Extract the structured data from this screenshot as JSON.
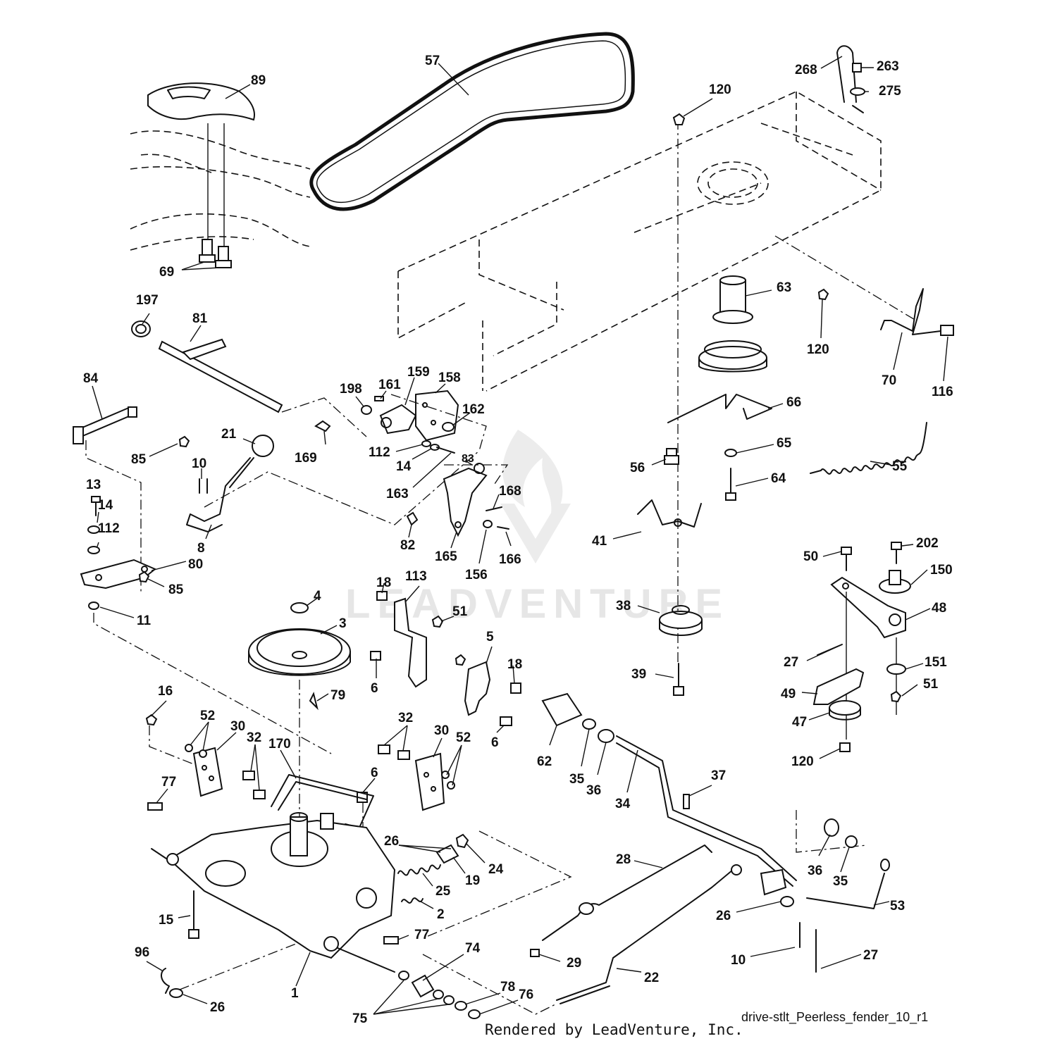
{
  "footer": {
    "drawing_id": "drive-stlt_Peerless_fender_10_r1",
    "credit": "Rendered by LeadVenture, Inc."
  },
  "watermark": {
    "text": "LEADVENTURE"
  },
  "callouts": {
    "c1": "1",
    "c2": "2",
    "c3": "3",
    "c4": "4",
    "c5": "5",
    "c6": "6",
    "c6b": "6",
    "c6c": "6",
    "c8": "8",
    "c10": "10",
    "c10b": "10",
    "c11": "11",
    "c13": "13",
    "c14": "14",
    "c14b": "14",
    "c15": "15",
    "c16": "16",
    "c18": "18",
    "c18b": "18",
    "c19": "19",
    "c21": "21",
    "c22": "22",
    "c24": "24",
    "c25": "25",
    "c26": "26",
    "c26b": "26",
    "c26c": "26",
    "c27": "27",
    "c27b": "27",
    "c28": "28",
    "c29": "29",
    "c30": "30",
    "c30b": "30",
    "c32": "32",
    "c32b": "32",
    "c34": "34",
    "c35": "35",
    "c35b": "35",
    "c36": "36",
    "c36b": "36",
    "c37": "37",
    "c38": "38",
    "c39": "39",
    "c41": "41",
    "c47": "47",
    "c48": "48",
    "c49": "49",
    "c50": "50",
    "c51": "51",
    "c51b": "51",
    "c52": "52",
    "c52b": "52",
    "c53": "53",
    "c55": "55",
    "c56": "56",
    "c57": "57",
    "c62": "62",
    "c63": "63",
    "c64": "64",
    "c65": "65",
    "c66": "66",
    "c69": "69",
    "c70": "70",
    "c74": "74",
    "c75": "75",
    "c76": "76",
    "c77": "77",
    "c77b": "77",
    "c78": "78",
    "c79": "79",
    "c80": "80",
    "c81": "81",
    "c82": "82",
    "c83": "83",
    "c84": "84",
    "c85": "85",
    "c85b": "85",
    "c89": "89",
    "c96": "96",
    "c112": "112",
    "c112b": "112",
    "c113": "113",
    "c116": "116",
    "c120": "120",
    "c120b": "120",
    "c120c": "120",
    "c150": "150",
    "c151": "151",
    "c156": "156",
    "c158": "158",
    "c159": "159",
    "c161": "161",
    "c162": "162",
    "c163": "163",
    "c165": "165",
    "c166": "166",
    "c168": "168",
    "c169": "169",
    "c170": "170",
    "c197": "197",
    "c198": "198",
    "c202": "202",
    "c263": "263",
    "c268": "268",
    "c275": "275"
  }
}
